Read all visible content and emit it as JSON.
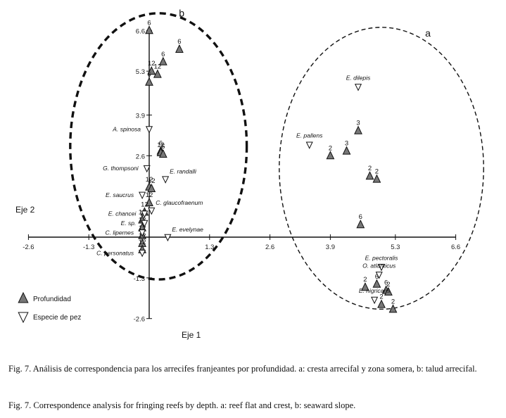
{
  "chart_data": {
    "type": "scatter",
    "xlabel": "Eje 1",
    "ylabel": "Eje 2",
    "xticks": [
      "-2.6",
      "-1.3",
      "1.3",
      "2.6",
      "3.9",
      "5.3",
      "6.6"
    ],
    "yticks": [
      "6.6",
      "5.3",
      "3.9",
      "2.6",
      "-1.3",
      "-2.6"
    ],
    "xlim": [
      -2.6,
      6.6
    ],
    "ylim": [
      -2.6,
      6.6
    ],
    "groups": [
      {
        "label": "a",
        "label_pos": [
          6.0,
          6.4
        ],
        "ellipse": {
          "cx": 5.0,
          "cy": 2.2,
          "rx": 2.2,
          "ry": 4.5,
          "dash": "thin"
        }
      },
      {
        "label": "b",
        "label_pos": [
          0.7,
          7.05
        ],
        "ellipse": {
          "cx": 0.2,
          "cy": 2.9,
          "rx": 1.9,
          "ry": 4.25,
          "dash": "thick"
        }
      }
    ],
    "legend": [
      {
        "label": "Profundidad",
        "marker": "triangle-up-filled"
      },
      {
        "label": "Especie de pez",
        "marker": "triangle-down-open"
      }
    ],
    "series": [
      {
        "name": "Profundidad",
        "points": [
          {
            "x": 0.0,
            "y": 6.6,
            "label": "6"
          },
          {
            "x": 0.65,
            "y": 6.0,
            "label": "6"
          },
          {
            "x": 0.3,
            "y": 5.6,
            "label": "6"
          },
          {
            "x": 0.05,
            "y": 5.3,
            "label": "12"
          },
          {
            "x": 0.18,
            "y": 5.2,
            "label": "12"
          },
          {
            "x": 0.0,
            "y": 4.95,
            "label": "6"
          },
          {
            "x": 0.25,
            "y": 2.75,
            "label": "6"
          },
          {
            "x": 0.25,
            "y": 2.7,
            "label": "12"
          },
          {
            "x": 0.3,
            "y": 2.65,
            "label": "6"
          },
          {
            "x": 0.0,
            "y": 1.6,
            "label": "12"
          },
          {
            "x": 0.05,
            "y": 1.55,
            "label": "12"
          },
          {
            "x": 0.0,
            "y": 1.1,
            "label": "12"
          },
          {
            "x": -0.1,
            "y": 0.8,
            "label": "12"
          },
          {
            "x": -0.15,
            "y": 0.55,
            "label": "12"
          },
          {
            "x": -0.15,
            "y": 0.3,
            "label": "12"
          },
          {
            "x": -0.15,
            "y": 0.05,
            "label": "12"
          },
          {
            "x": -0.15,
            "y": -0.2,
            "label": "12"
          },
          {
            "x": -0.15,
            "y": -0.4,
            "label": "12"
          },
          {
            "x": 4.5,
            "y": 3.4,
            "label": "3"
          },
          {
            "x": 4.25,
            "y": 2.75,
            "label": "3"
          },
          {
            "x": 3.9,
            "y": 2.6,
            "label": "2"
          },
          {
            "x": 4.75,
            "y": 1.95,
            "label": "2"
          },
          {
            "x": 4.9,
            "y": 1.85,
            "label": "2"
          },
          {
            "x": 4.55,
            "y": 0.4,
            "label": "6"
          },
          {
            "x": 4.9,
            "y": -1.5,
            "label": "6"
          },
          {
            "x": 4.65,
            "y": -1.6,
            "label": "2"
          },
          {
            "x": 5.1,
            "y": -1.7,
            "label": "6"
          },
          {
            "x": 5.15,
            "y": -1.75,
            "label": "2"
          },
          {
            "x": 5.0,
            "y": -2.15,
            "label": "2"
          },
          {
            "x": 5.25,
            "y": -2.3,
            "label": "2"
          }
        ]
      },
      {
        "name": "Especie de pez",
        "points": [
          {
            "x": 4.5,
            "y": 4.8,
            "label": "E. dilepis"
          },
          {
            "x": 3.45,
            "y": 2.95,
            "label": "E. pallens"
          },
          {
            "x": 0.0,
            "y": 3.45,
            "label": "A. spinosa"
          },
          {
            "x": -0.05,
            "y": 2.2,
            "label": "G. thompsoni"
          },
          {
            "x": 0.35,
            "y": 1.85,
            "label": "E. randalli"
          },
          {
            "x": 0.05,
            "y": 0.85,
            "label": "C. glaucofraenum"
          },
          {
            "x": 0.4,
            "y": 0.0,
            "label": "E. evelynae"
          },
          {
            "x": 5.0,
            "y": -0.95,
            "label": "E. pectoralis"
          },
          {
            "x": 4.95,
            "y": -1.2,
            "label": "O. atlanticus"
          },
          {
            "x": 4.85,
            "y": -2.0,
            "label": "E. nigricans"
          },
          {
            "x": -0.15,
            "y": 1.35,
            "label": "E. saucrus"
          },
          {
            "x": -0.1,
            "y": 0.75,
            "label": "E. chancei"
          },
          {
            "x": -0.1,
            "y": 0.45,
            "label": "E. sp."
          },
          {
            "x": -0.15,
            "y": 0.15,
            "label": "C. lipernes"
          },
          {
            "x": -0.15,
            "y": -0.5,
            "label": "C. personatus"
          }
        ]
      }
    ]
  },
  "caption": {
    "es": "Fig. 7. Análisis de correspondencia para los arrecifes franjeantes por profundidad. a: cresta arrecifal y zona somera, b: talud arrecifal.",
    "en": "Fig. 7. Correspondence analysis for fringing reefs by depth. a: reef flat and crest, b: seaward slope."
  }
}
